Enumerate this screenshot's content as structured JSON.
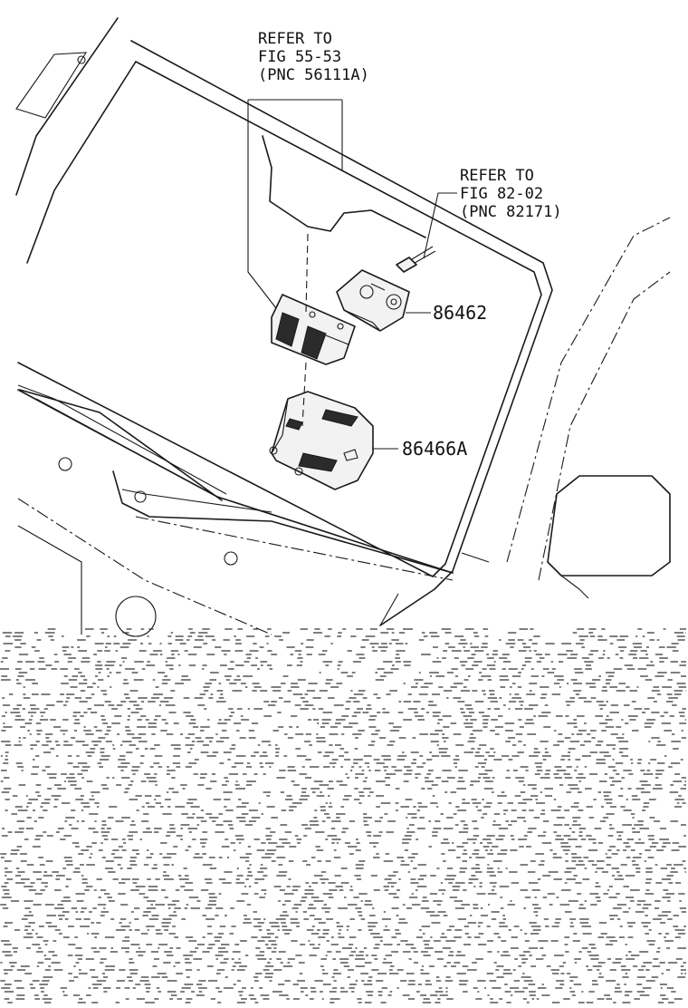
{
  "callouts": {
    "headlining_ref": {
      "line1": "REFER TO",
      "line2": "FIG 55-53",
      "line3": "(PNC 56111A)"
    },
    "wiring_ref": {
      "line1": "REFER TO",
      "line2": "FIG 82-02",
      "line3": "(PNC 82171)"
    }
  },
  "parts": {
    "lamp_housing": "86462",
    "lamp_cover": "86466A"
  }
}
